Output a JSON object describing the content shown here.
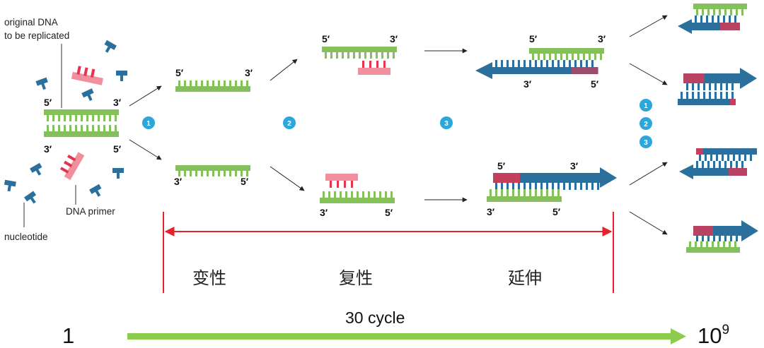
{
  "labels": {
    "original_dna": [
      "original DNA",
      "to be replicated"
    ],
    "dna_primer": "DNA primer",
    "nucleotide": "nucleotide"
  },
  "ends": {
    "five": "5′",
    "three": "3′"
  },
  "steps": [
    "1",
    "2",
    "3"
  ],
  "phases": [
    "变性",
    "复性",
    "延伸"
  ],
  "cycle_label": "30 cycle",
  "start_count": "1",
  "end_count_base": "10",
  "end_count_exp": "9",
  "colors": {
    "template_green": "#86c05a",
    "new_strand_blue": "#2b6f9c",
    "primer_red": "#e8334f",
    "step_circle": "#2aa8dc",
    "bracket_red": "#e8202a",
    "progress_green": "#8ccd4e"
  }
}
